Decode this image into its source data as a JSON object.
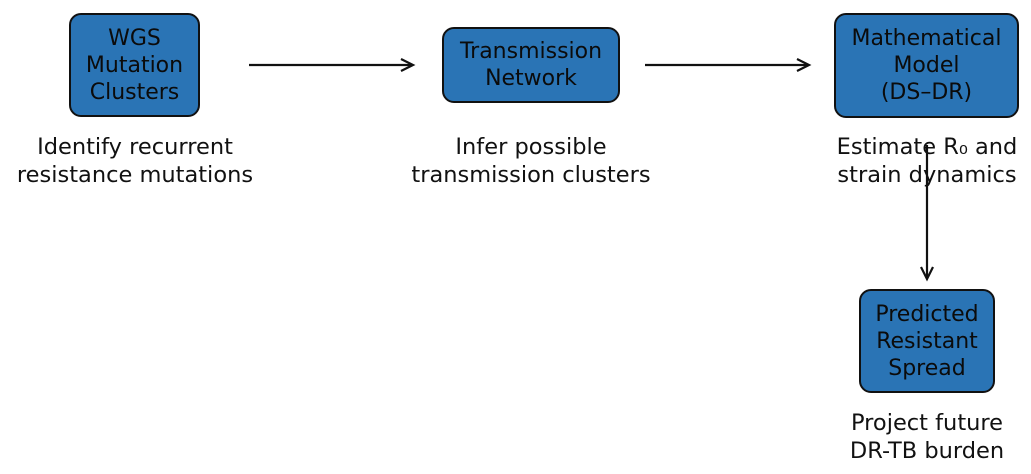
{
  "nodes": {
    "wgs": {
      "label": "WGS\nMutation\nClusters",
      "caption": "Identify recurrent\nresistance mutations"
    },
    "network": {
      "label": "Transmission\nNetwork",
      "caption": "Infer possible\ntransmission clusters"
    },
    "model": {
      "label": "Mathematical\nModel\n(DS–DR)",
      "caption": "Estimate R₀ and\nstrain dynamics"
    },
    "spread": {
      "label": "Predicted\nResistant\nSpread",
      "caption": "Project future\nDR-TB burden"
    }
  },
  "colors": {
    "box_fill": "#2a74b5",
    "box_border": "#111111",
    "arrow": "#111111"
  }
}
